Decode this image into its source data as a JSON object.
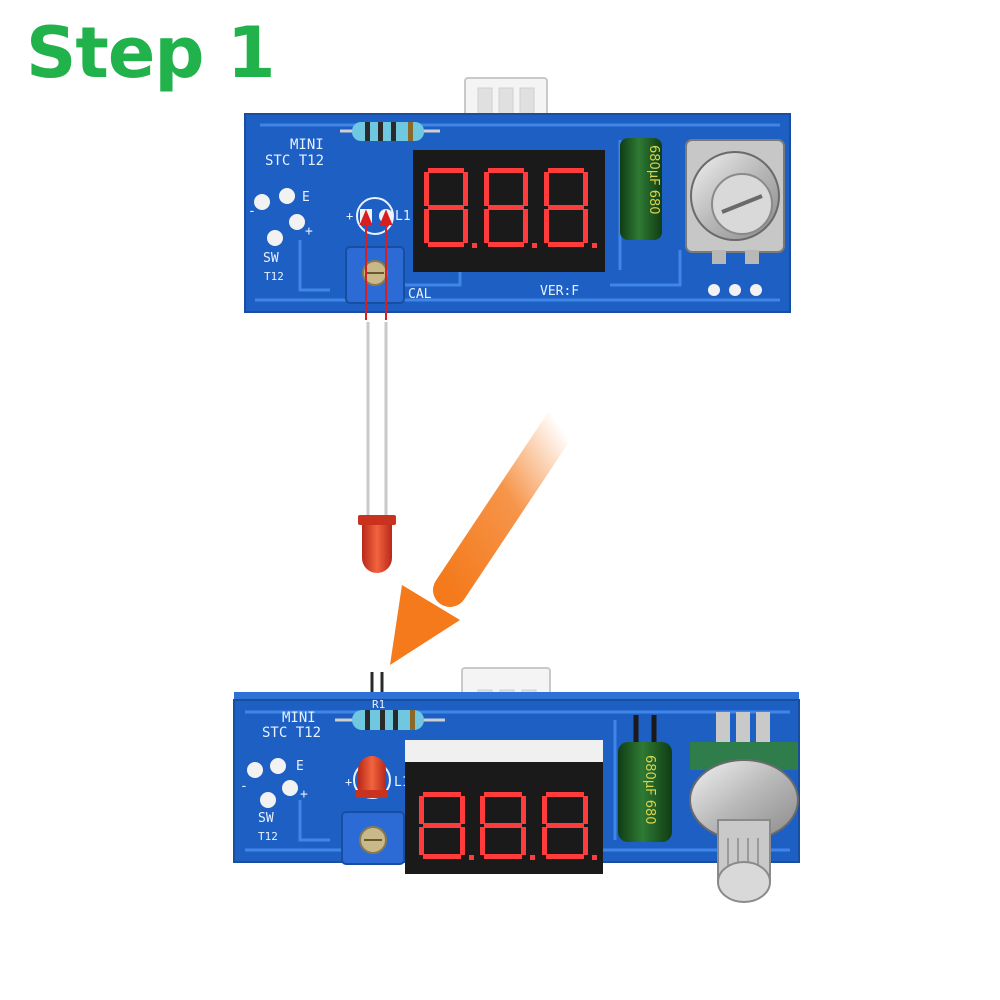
{
  "title": "Step 1",
  "colors": {
    "title": "#22b24c",
    "pcb": "#1e5fc4",
    "pcb_trace": "#3f86e6",
    "display_body": "#1a1a1a",
    "segment_on": "#ff3b3b",
    "led": "#e8412a",
    "arrow": "#f47a1c",
    "guide_line": "#d81e1e"
  },
  "board_labels": {
    "mini": "MINI",
    "model": "STC  T12",
    "pin_e": "E",
    "pin_plus": "+",
    "pin_minus": "-",
    "switch": "SW",
    "t12": "T12",
    "led_ref": "L1",
    "led_plus": "+",
    "cal": "CAL",
    "version": "VER:F",
    "capacitor": "680µF 680",
    "resistor": "R1"
  },
  "icons": {
    "arrow": "arrow-down-left-icon",
    "led": "red-led-icon"
  }
}
